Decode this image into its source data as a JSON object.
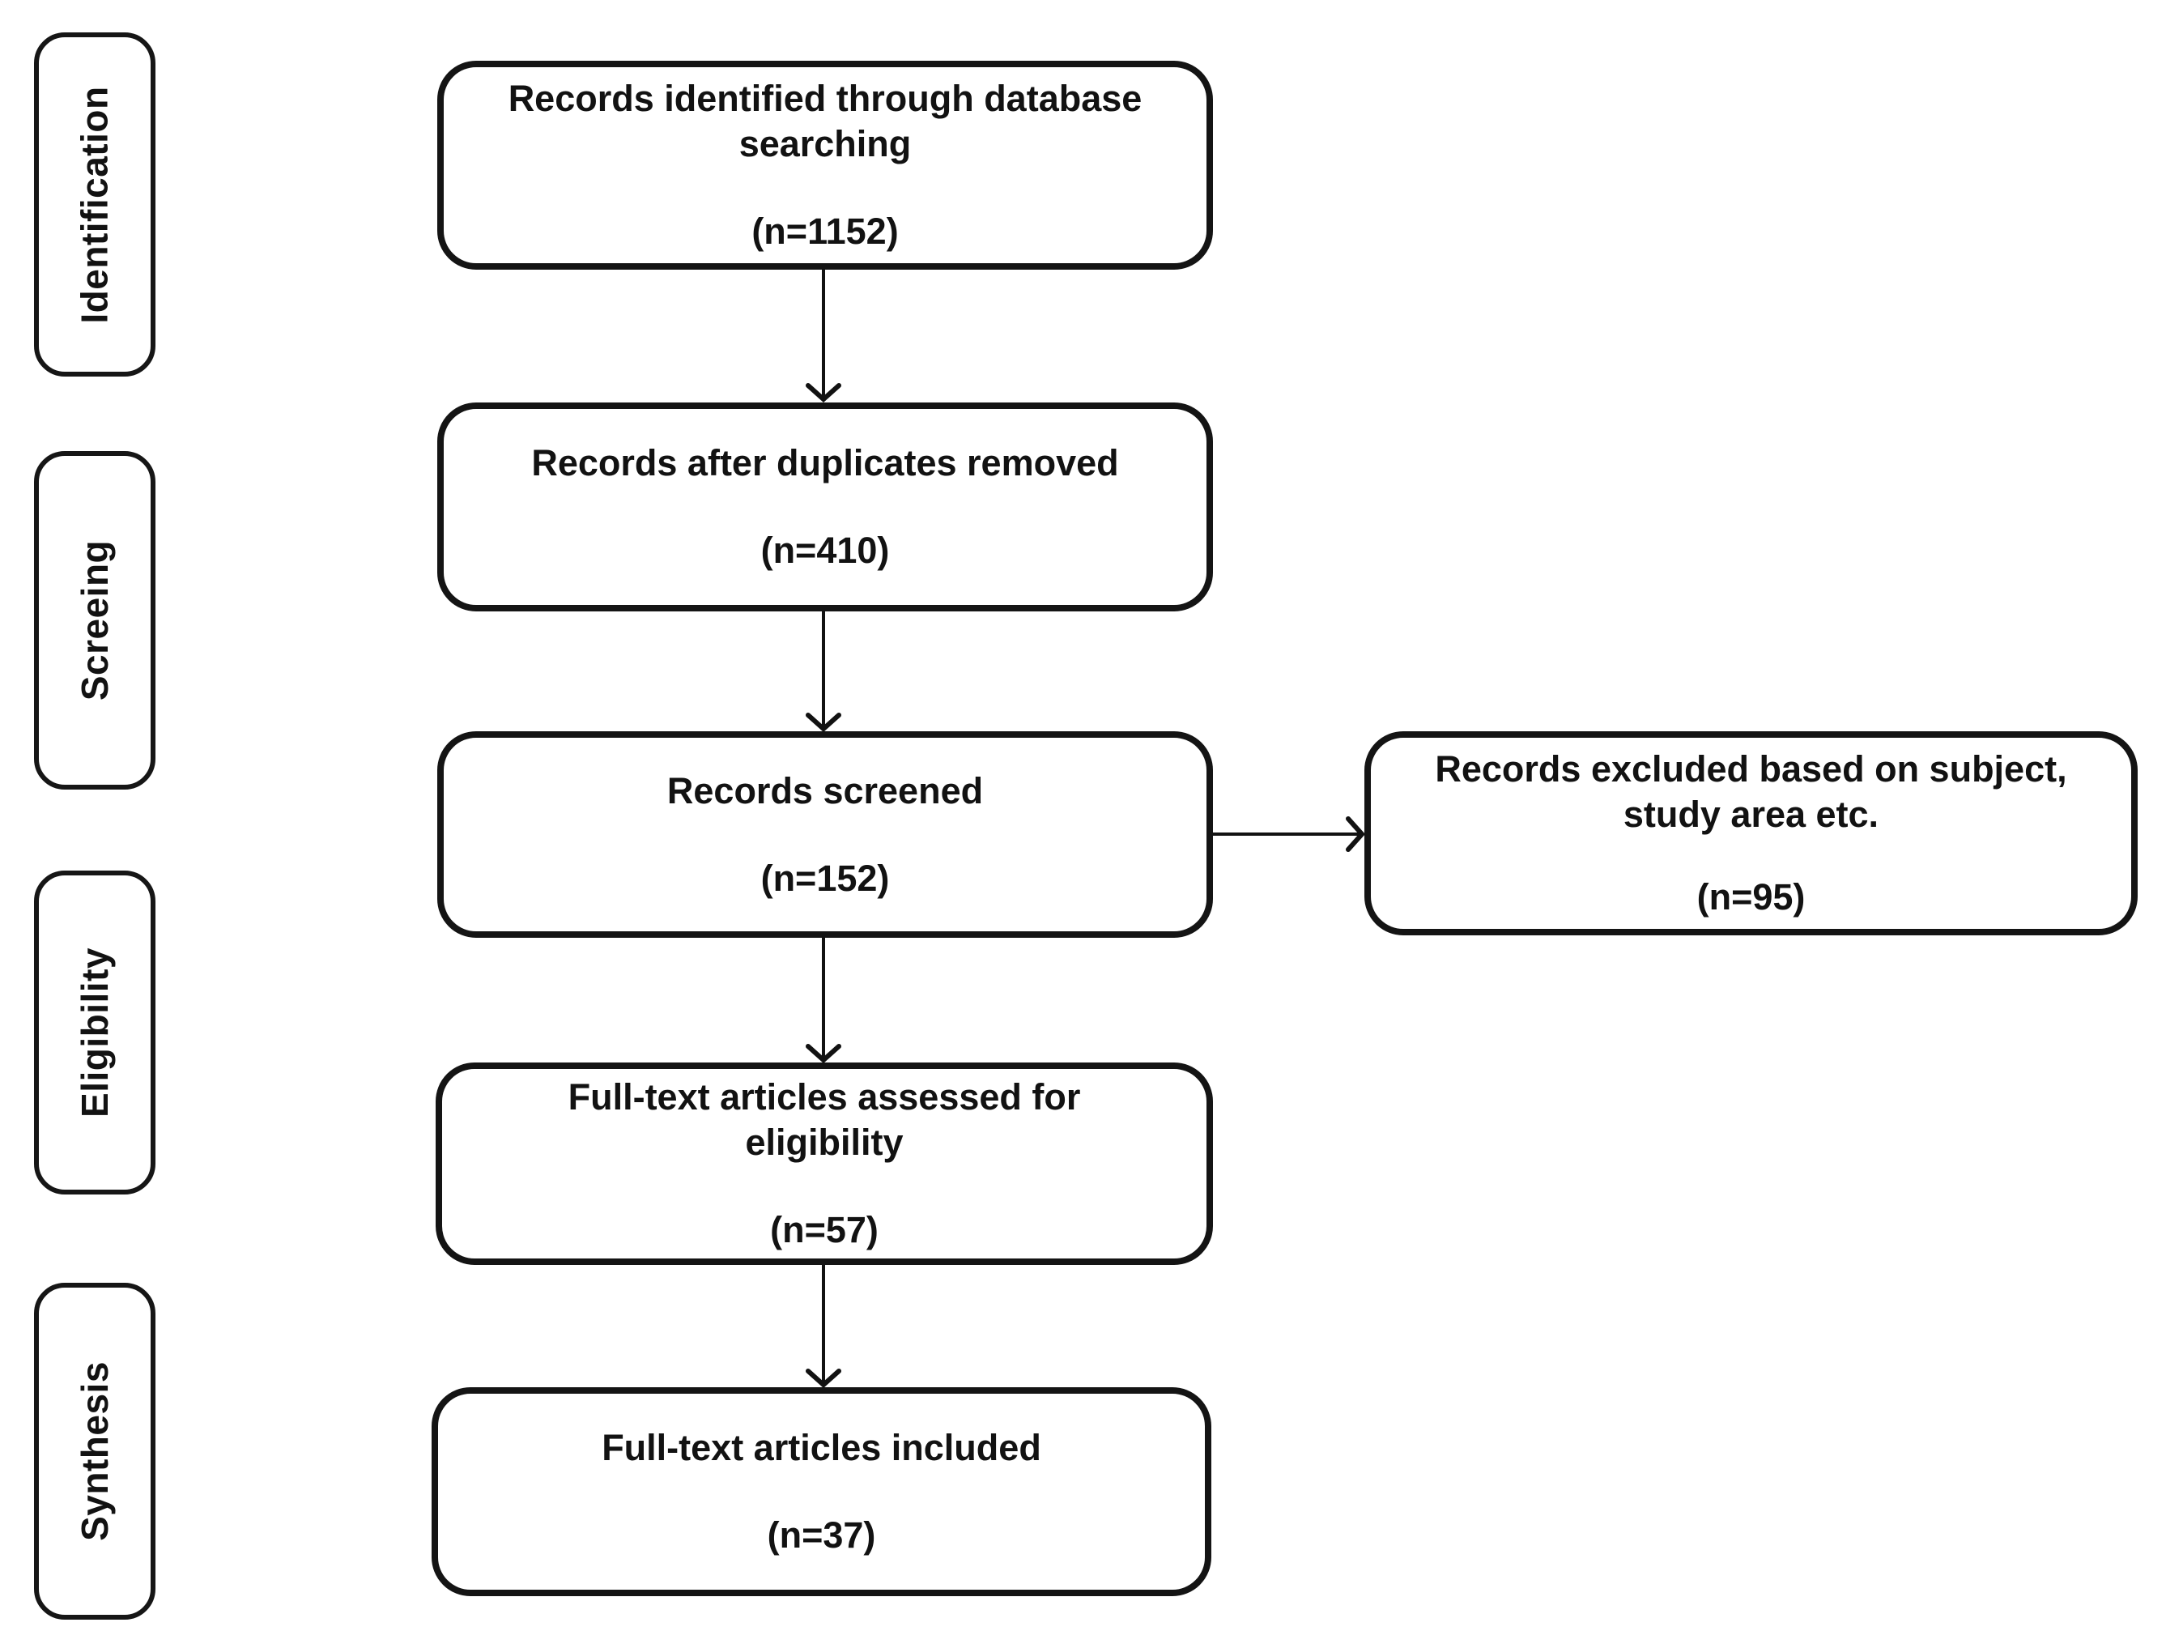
{
  "page": {
    "background": "#ffffff"
  },
  "colors": {
    "ink": "#121212",
    "box_border": "#141414",
    "box_fill": "#ffffff"
  },
  "stages": [
    {
      "id": "identification",
      "label": "Identification"
    },
    {
      "id": "screening",
      "label": "Screeing"
    },
    {
      "id": "eligibility",
      "label": "Eligibility"
    },
    {
      "id": "synthesis",
      "label": "Synthesis"
    }
  ],
  "flow_boxes": [
    {
      "id": "records-identified",
      "title": "Records identified through database\nsearching",
      "count": "(n=1152)"
    },
    {
      "id": "duplicates-removed",
      "title": "Records after duplicates removed",
      "count": "(n=410)"
    },
    {
      "id": "records-screened",
      "title": "Records screened",
      "count": "(n=152)"
    },
    {
      "id": "full-text-assessed",
      "title": "Full-text articles assessed for\neligibility",
      "count": "(n=57)"
    },
    {
      "id": "full-text-included",
      "title": "Full-text articles included",
      "count": "(n=37)"
    }
  ],
  "side_box": {
    "id": "records-excluded",
    "title": "Records excluded based on subject,\nstudy area etc.",
    "count": "(n=95)"
  },
  "edges": [
    {
      "from": "records-identified",
      "to": "duplicates-removed",
      "direction": "down"
    },
    {
      "from": "duplicates-removed",
      "to": "records-screened",
      "direction": "down"
    },
    {
      "from": "records-screened",
      "to": "records-excluded",
      "direction": "right"
    },
    {
      "from": "records-screened",
      "to": "full-text-assessed",
      "direction": "down"
    },
    {
      "from": "full-text-assessed",
      "to": "full-text-included",
      "direction": "down"
    }
  ]
}
